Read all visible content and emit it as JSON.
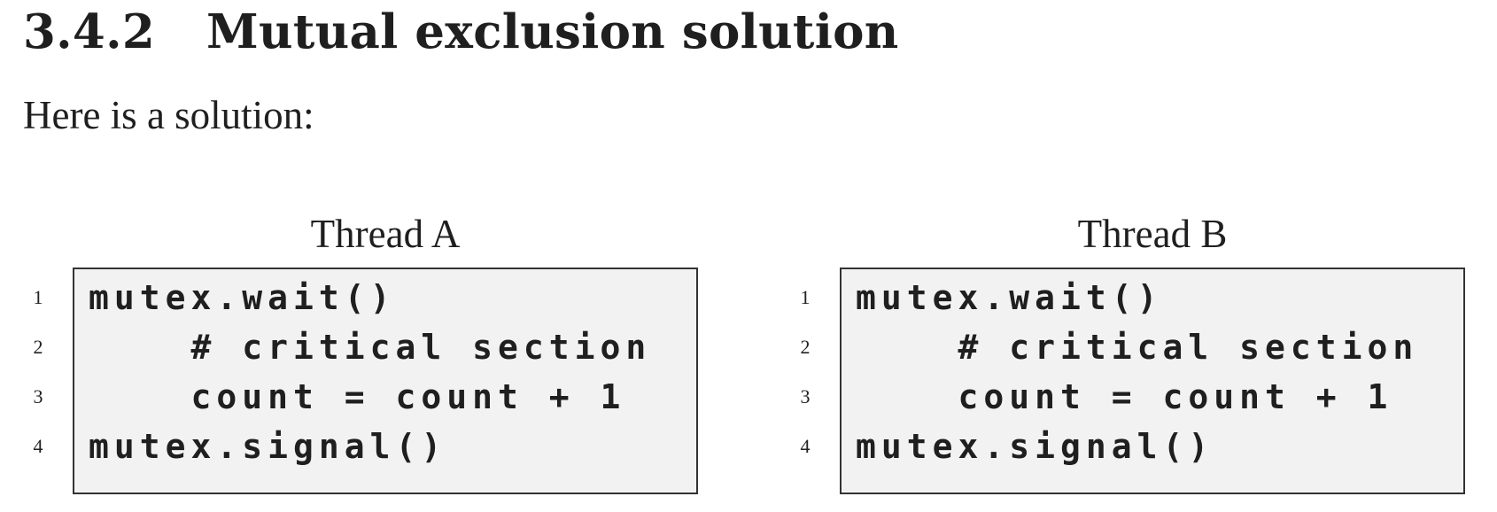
{
  "section": {
    "number": "3.4.2",
    "title": "Mutual exclusion solution"
  },
  "intro": "Here is a solution:",
  "threads": [
    {
      "title": "Thread A",
      "lines": [
        {
          "number": "1",
          "code": "mutex.wait()"
        },
        {
          "number": "2",
          "code": "    # critical section"
        },
        {
          "number": "3",
          "code": "    count = count + 1"
        },
        {
          "number": "4",
          "code": "mutex.signal()"
        }
      ]
    },
    {
      "title": "Thread B",
      "lines": [
        {
          "number": "1",
          "code": "mutex.wait()"
        },
        {
          "number": "2",
          "code": "    # critical section"
        },
        {
          "number": "3",
          "code": "    count = count + 1"
        },
        {
          "number": "4",
          "code": "mutex.signal()"
        }
      ]
    }
  ]
}
